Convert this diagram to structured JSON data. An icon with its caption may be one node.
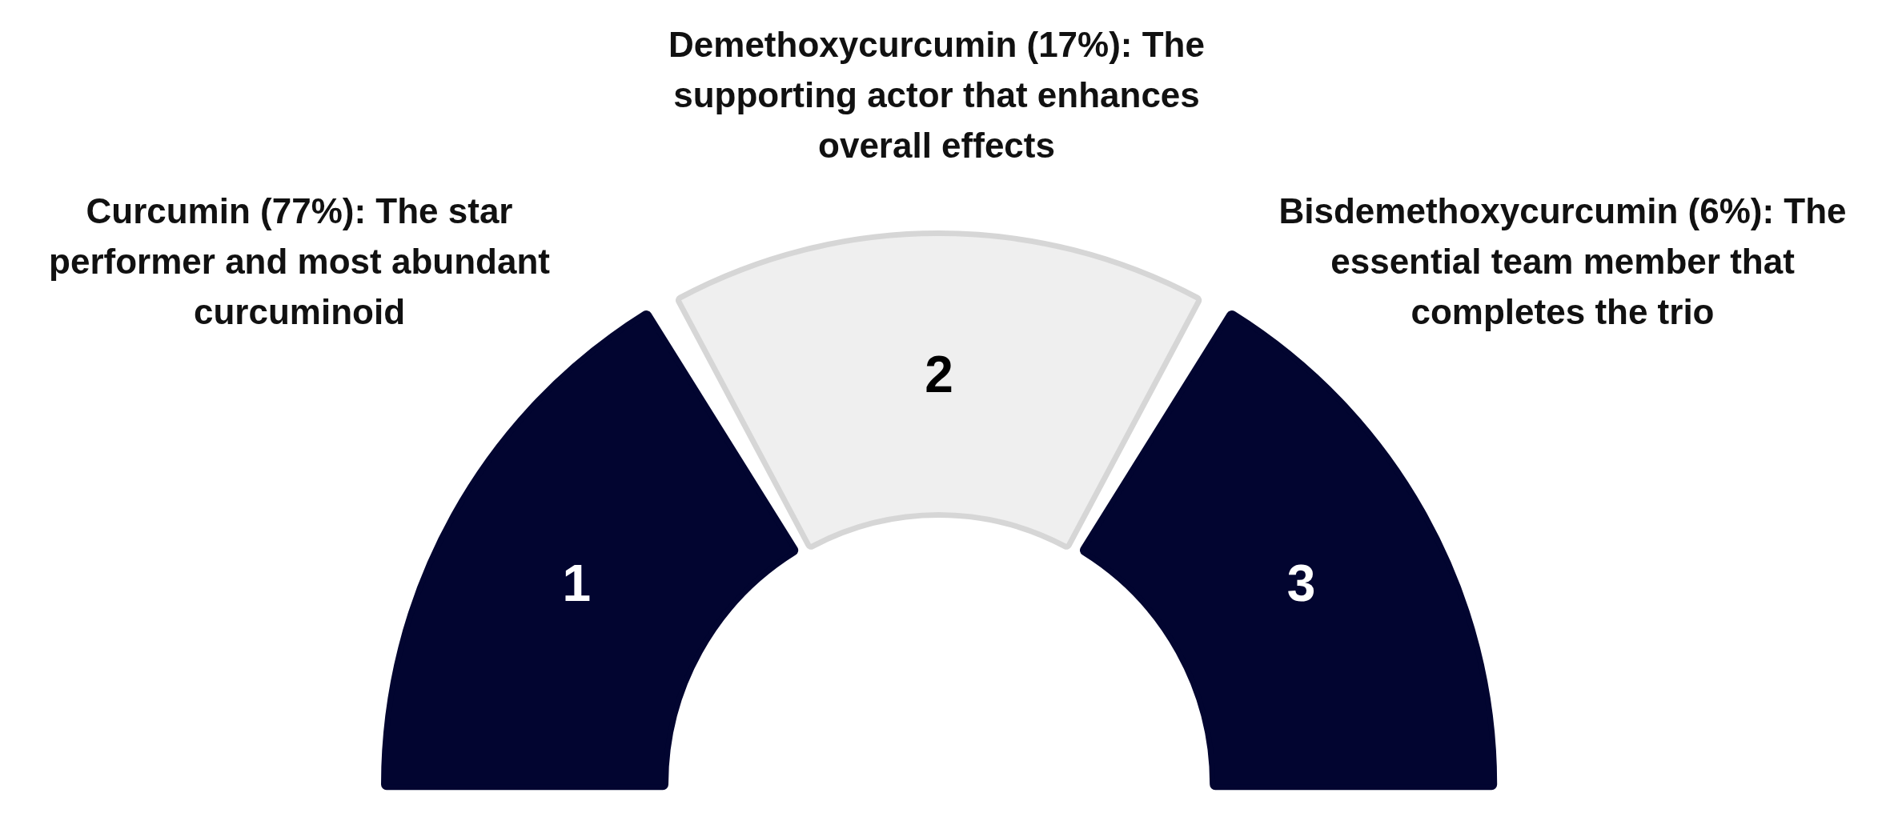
{
  "diagram": {
    "nodes": [
      {
        "text": [
          "1"
        ],
        "beside": [
          "Curcumin (77%): The star performer and most abundant curcuminoid"
        ]
      },
      {
        "text": [
          "2"
        ],
        "beside": [
          "Demethoxycurcumin (17%): The supporting actor that enhances overall effects"
        ]
      },
      {
        "text": [
          "3"
        ],
        "beside": [
          "Bisdemethoxycurcumin (6%): The essential team member that completes the trio"
        ]
      }
    ]
  }
}
